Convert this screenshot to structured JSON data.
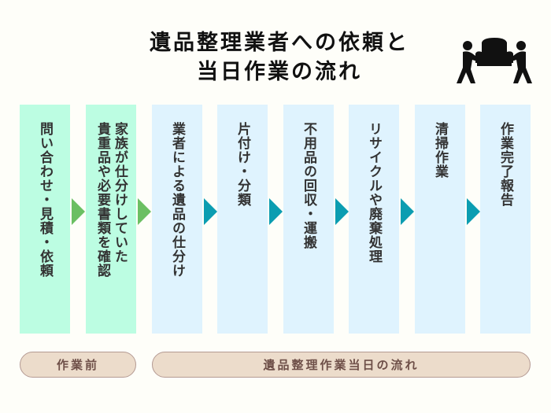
{
  "title": {
    "line1": "遺品整理業者への依頼と",
    "line2": "当日作業の流れ"
  },
  "icon": "movers-carrying-sofa-icon",
  "colors": {
    "before_box": "#bcfde2",
    "day_box": "#dff3fe",
    "arrow_green": "#6bbf62",
    "arrow_teal": "#0b9db1",
    "pill_fill": "#ecdccb",
    "pill_text": "#6e4f48"
  },
  "steps": [
    {
      "label": "問い合わせ・見積・依頼",
      "phase": "before"
    },
    {
      "label": "家族が仕分けしていた\n貴重品や必要書類を確認",
      "phase": "before"
    },
    {
      "label": "業者による遺品の仕分け",
      "phase": "day"
    },
    {
      "label": "片付け・分類",
      "phase": "day"
    },
    {
      "label": "不用品の回収・運搬",
      "phase": "day"
    },
    {
      "label": "リサイクルや廃棄処理",
      "phase": "day"
    },
    {
      "label": "清掃作業",
      "phase": "day"
    },
    {
      "label": "作業完了報告",
      "phase": "day"
    }
  ],
  "phases": {
    "before": "作業前",
    "day": "遺品整理作業当日の流れ"
  }
}
